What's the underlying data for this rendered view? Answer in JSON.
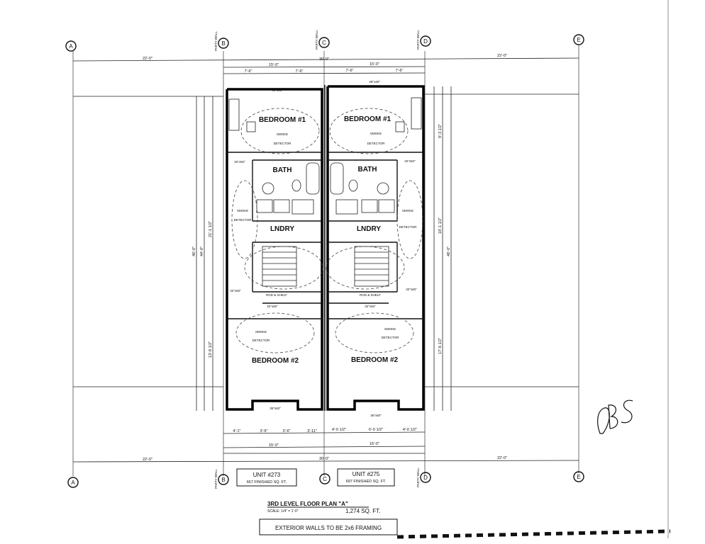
{
  "grid_labels": {
    "a": "A",
    "b": "B",
    "c": "C",
    "d": "D",
    "e": "E"
  },
  "party_wall": "PARTY WALL",
  "dimensions": {
    "outer_left": "22'-0\"",
    "outer_right": "22'-0\"",
    "top_total": "30'-0\"",
    "unit_left_width": "15'-0\"",
    "unit_right_width": "15'-0\"",
    "top_left_a": "7'-6\"",
    "top_left_b": "7'-6\"",
    "top_right_a": "7'-6\"",
    "top_right_b": "7'-6\"",
    "height_outer_left": "46'-0\"",
    "height_inner_left": "44'-0\"",
    "height_right": "46'-0\"",
    "left_upper": "21'-1 1/2\"",
    "left_lower": "13'-8 1/2\"",
    "right_upper": "18'-1 1/2\"",
    "right_lower": "17'-6 1/2\"",
    "right_top": "9'-3 1/2\"",
    "bottom_left": [
      "4'-1\"",
      "3'-6\"",
      "3'-6\"",
      "3'-11\""
    ],
    "bottom_right": [
      "4'-0 1/2\"",
      "6'-0 1/2\"",
      "4'-0 1/2\""
    ],
    "bottom_total": "30'-0\"",
    "bottom_outer_left": "22'-0\"",
    "bottom_outer_right": "22'-0\""
  },
  "rooms": {
    "bedroom1_left": "BEDROOM #1",
    "bedroom1_right": "BEDROOM #1",
    "bath_left": "BATH",
    "bath_right": "BATH",
    "lndry_left": "LNDRY",
    "lndry_right": "LNDRY",
    "bedroom2_left": "BEDROOM #2",
    "bedroom2_right": "BEDROOM #2"
  },
  "annotations": {
    "smoke": "SMOKE",
    "detector": "DETECTOR",
    "rod_shelf": "ROD & SHELF",
    "window_48x48": "48\"x48\"",
    "window_36x60": "36\"x60\"",
    "window_32x60": "32\"x60\"",
    "window_32x82": "32\"x82\""
  },
  "units": [
    {
      "label": "UNIT #273",
      "area": "667 FINISHED SQ. FT."
    },
    {
      "label": "UNIT #275",
      "area": "697 FINISHED SQ. FT."
    }
  ],
  "title": {
    "plan": "3RD LEVEL FLOOR PLAN \"A\"",
    "scale": "SCALE: 1/4\" = 1'-0\"",
    "total_area": "1,274 SQ. FT.",
    "note": "EXTERIOR WALLS TO BE 2x6 FRAMING"
  },
  "handwritten_initials": "DBS"
}
